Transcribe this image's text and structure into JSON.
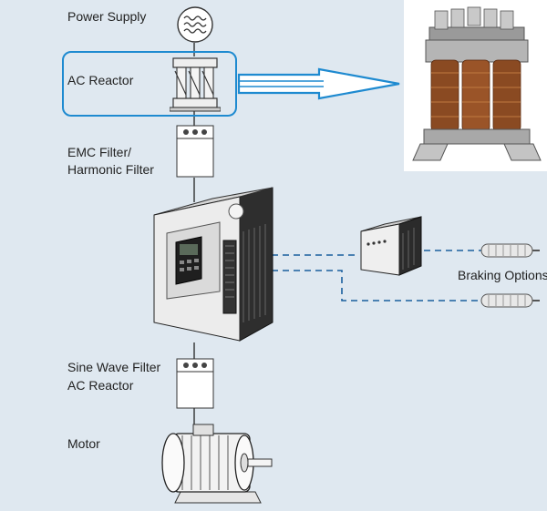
{
  "labels": {
    "power_supply": "Power Supply",
    "ac_reactor": "AC Reactor",
    "emc_filter_line1": "EMC Filter/",
    "emc_filter_line2": "Harmonic Filter",
    "sine_filter_line1": "Sine Wave Filter",
    "sine_filter_line2": "AC Reactor",
    "motor": "Motor",
    "braking_options": "Braking Options"
  },
  "colors": {
    "background": "#dfe8f0",
    "highlight": "#1e8ad0",
    "wire": "#202020",
    "dashed_line": "#1a5f9e"
  },
  "icons": [
    "ac-sine-wave-icon",
    "reactor-icon",
    "filter-icon",
    "drive-icon",
    "braking-unit-icon",
    "braking-resistor-icon",
    "motor-icon",
    "reactor-photo"
  ]
}
